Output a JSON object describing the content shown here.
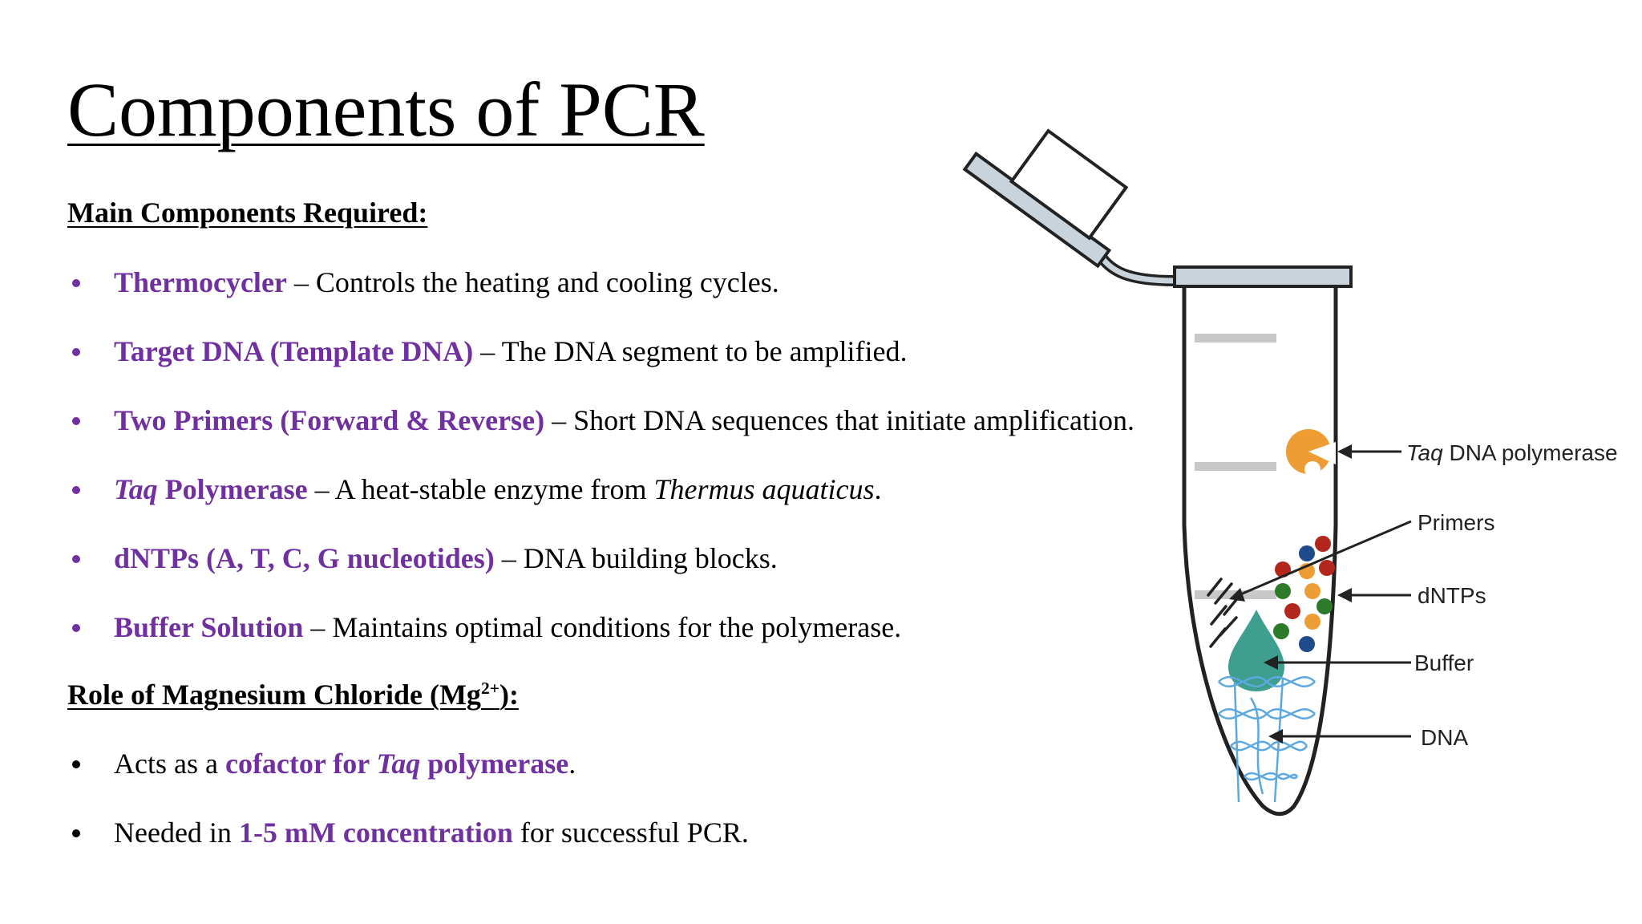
{
  "title": "Components of PCR",
  "main_heading": "Main Components Required:",
  "components": [
    {
      "name": "Thermocycler",
      "desc": " – Controls the heating and cooling cycles."
    },
    {
      "name": "Target DNA (Template DNA)",
      "desc": " – The DNA segment to be amplified."
    },
    {
      "name": "Two Primers (Forward & Reverse)",
      "desc": " – Short DNA sequences that initiate amplification."
    },
    {
      "name_italic": "Taq",
      "name": " Polymerase",
      "desc": " – A heat-stable enzyme from ",
      "desc_italic": "Thermus aquaticus",
      "desc_end": "."
    },
    {
      "name": "dNTPs (A, T, C, G nucleotides)",
      "desc": " – DNA building blocks."
    },
    {
      "name": "Buffer Solution",
      "desc": " – Maintains optimal conditions for the polymerase."
    }
  ],
  "mg_heading": {
    "text": "Role of Magnesium Chloride (Mg",
    "sup": "2+",
    "end": "):"
  },
  "mg_points": [
    {
      "pre": "Acts as a ",
      "hl": "cofactor for ",
      "hl_italic": "Taq",
      "hl_end": " polymerase",
      "post": "."
    },
    {
      "pre": "Needed in ",
      "hl": "1-5 mM concentration",
      "post": " for successful PCR."
    }
  ],
  "diagram": {
    "labels": {
      "taq_italic": "Taq",
      "taq_rest": " DNA polymerase",
      "primers": "Primers",
      "dntps": "dNTPs",
      "buffer": "Buffer",
      "dna": "DNA"
    },
    "colors": {
      "enzyme": "#ee9c34",
      "buffer": "#3f9f8e",
      "dna": "#5ca8e0",
      "dntp_red": "#b2261e",
      "dntp_green": "#2d7a2b",
      "dntp_blue": "#1f4a8c",
      "dntp_orange": "#ee9c34",
      "tube_band": "#c8c8c8",
      "cap": "#c9d3dc"
    }
  },
  "theme": {
    "accent": "#7030a0",
    "text": "#000000",
    "background": "#ffffff"
  }
}
